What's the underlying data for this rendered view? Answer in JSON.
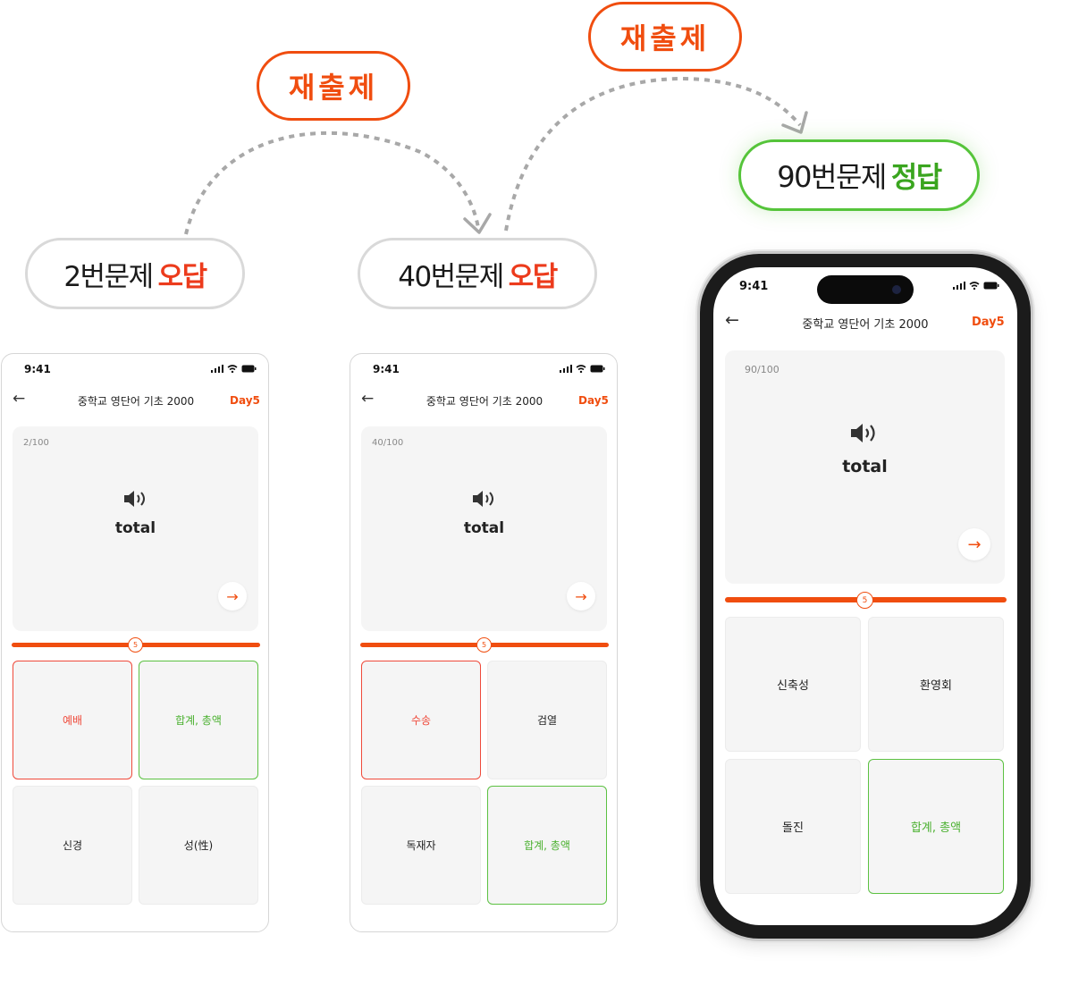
{
  "labels": {
    "reissue": "재출제",
    "q2": {
      "prefix": "2번문제",
      "result": "오답"
    },
    "q40": {
      "prefix": "40번문제",
      "result": "오답"
    },
    "q90": {
      "prefix": "90번문제",
      "result": "정답"
    }
  },
  "colors": {
    "accent": "#f04d0f",
    "wrong": "#ef4a3b",
    "correct": "#49b02e"
  },
  "screens": [
    {
      "time": "9:41",
      "title": "중학교 영단어 기초 2000",
      "day": "Day5",
      "counter": "2/100",
      "word": "total",
      "progress_marker": "5",
      "options": [
        {
          "text": "예배",
          "state": "wrong"
        },
        {
          "text": "합계, 총액",
          "state": "correct"
        },
        {
          "text": "신경",
          "state": "normal"
        },
        {
          "text": "성(性)",
          "state": "normal"
        }
      ]
    },
    {
      "time": "9:41",
      "title": "중학교 영단어 기초 2000",
      "day": "Day5",
      "counter": "40/100",
      "word": "total",
      "progress_marker": "5",
      "options": [
        {
          "text": "수송",
          "state": "wrong"
        },
        {
          "text": "검열",
          "state": "normal"
        },
        {
          "text": "독재자",
          "state": "normal"
        },
        {
          "text": "합계, 총액",
          "state": "correct"
        }
      ]
    },
    {
      "time": "9:41",
      "title": "중학교 영단어 기초 2000",
      "day": "Day5",
      "counter": "90/100",
      "word": "total",
      "progress_marker": "5",
      "options": [
        {
          "text": "신축성",
          "state": "normal"
        },
        {
          "text": "환영회",
          "state": "normal"
        },
        {
          "text": "돌진",
          "state": "normal"
        },
        {
          "text": "합계, 총액",
          "state": "correct"
        }
      ]
    }
  ]
}
